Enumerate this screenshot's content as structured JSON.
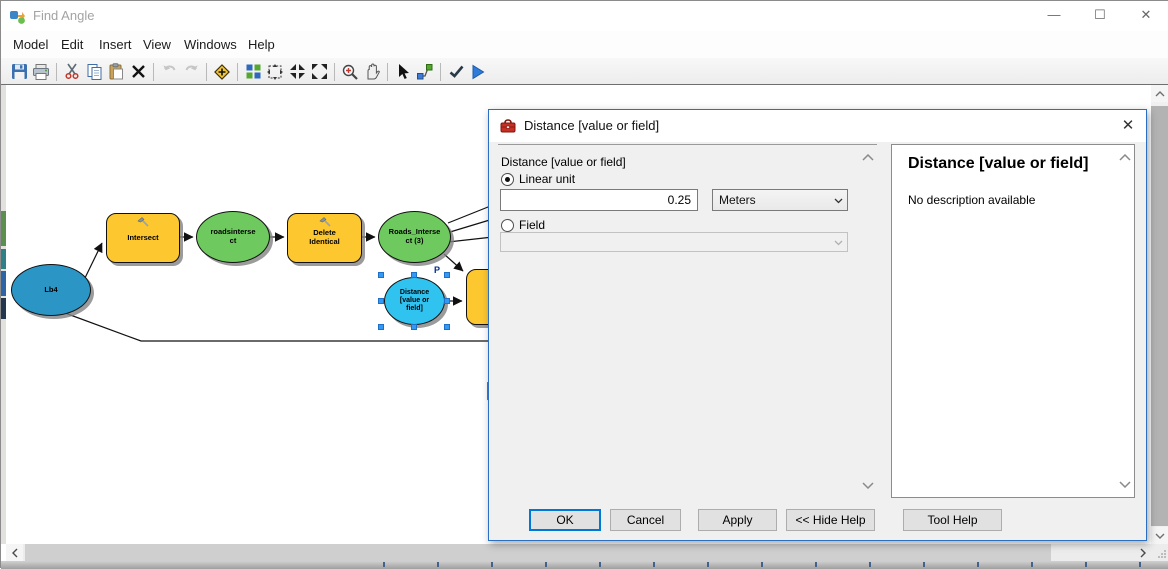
{
  "window": {
    "title": "Find Angle",
    "controls": {
      "minimize": "–",
      "maximize": "▢",
      "close": "✕"
    }
  },
  "menubar": {
    "items": [
      {
        "label": "Model"
      },
      {
        "label": "Edit"
      },
      {
        "label": "Insert"
      },
      {
        "label": "View"
      },
      {
        "label": "Windows"
      },
      {
        "label": "Help"
      }
    ]
  },
  "toolbar": {
    "buttons": [
      "save",
      "print",
      "cut",
      "copy",
      "paste",
      "delete",
      "undo",
      "redo",
      "add-data",
      "auto-layout",
      "fit-to-window",
      "fixed-zoom-in",
      "fixed-zoom-out",
      "zoom-in",
      "pan",
      "select",
      "add-connection",
      "validate-model",
      "run-model"
    ]
  },
  "canvas": {
    "nodes": [
      {
        "id": "lb4",
        "type": "input-data",
        "label": "Lb4"
      },
      {
        "id": "intersect",
        "type": "tool",
        "label": "Intersect"
      },
      {
        "id": "roadsintersect",
        "type": "derived-data",
        "label": "roadsintersect"
      },
      {
        "id": "delete-identical",
        "type": "tool",
        "label": "Delete Identical"
      },
      {
        "id": "roads-intersect-3",
        "type": "derived-data",
        "label": "Roads_Intersect (3)"
      },
      {
        "id": "distance",
        "type": "value-variable",
        "label": "Distance [value or field]",
        "selected": true,
        "badge": "P"
      }
    ]
  },
  "dialog": {
    "title": "Distance [value or field]",
    "close": "✕",
    "form": {
      "param_label": "Distance [value or field]",
      "linear_unit_label": "Linear unit",
      "linear_unit_value": "0.25",
      "unit_selected": "Meters",
      "field_label": "Field"
    },
    "help": {
      "heading": "Distance [value or field]",
      "body": "No description available"
    },
    "buttons": {
      "ok": "OK",
      "cancel": "Cancel",
      "apply": "Apply",
      "hide_help": "<< Hide Help",
      "tool_help": "Tool Help"
    }
  },
  "colors": {
    "accent": "#0078d7",
    "tool_fill": "#fdc72f",
    "derived_fill": "#6ec95e",
    "input_fill": "#2b96c6",
    "variable_fill": "#30c3f0",
    "selection_handle": "#3399f3"
  }
}
